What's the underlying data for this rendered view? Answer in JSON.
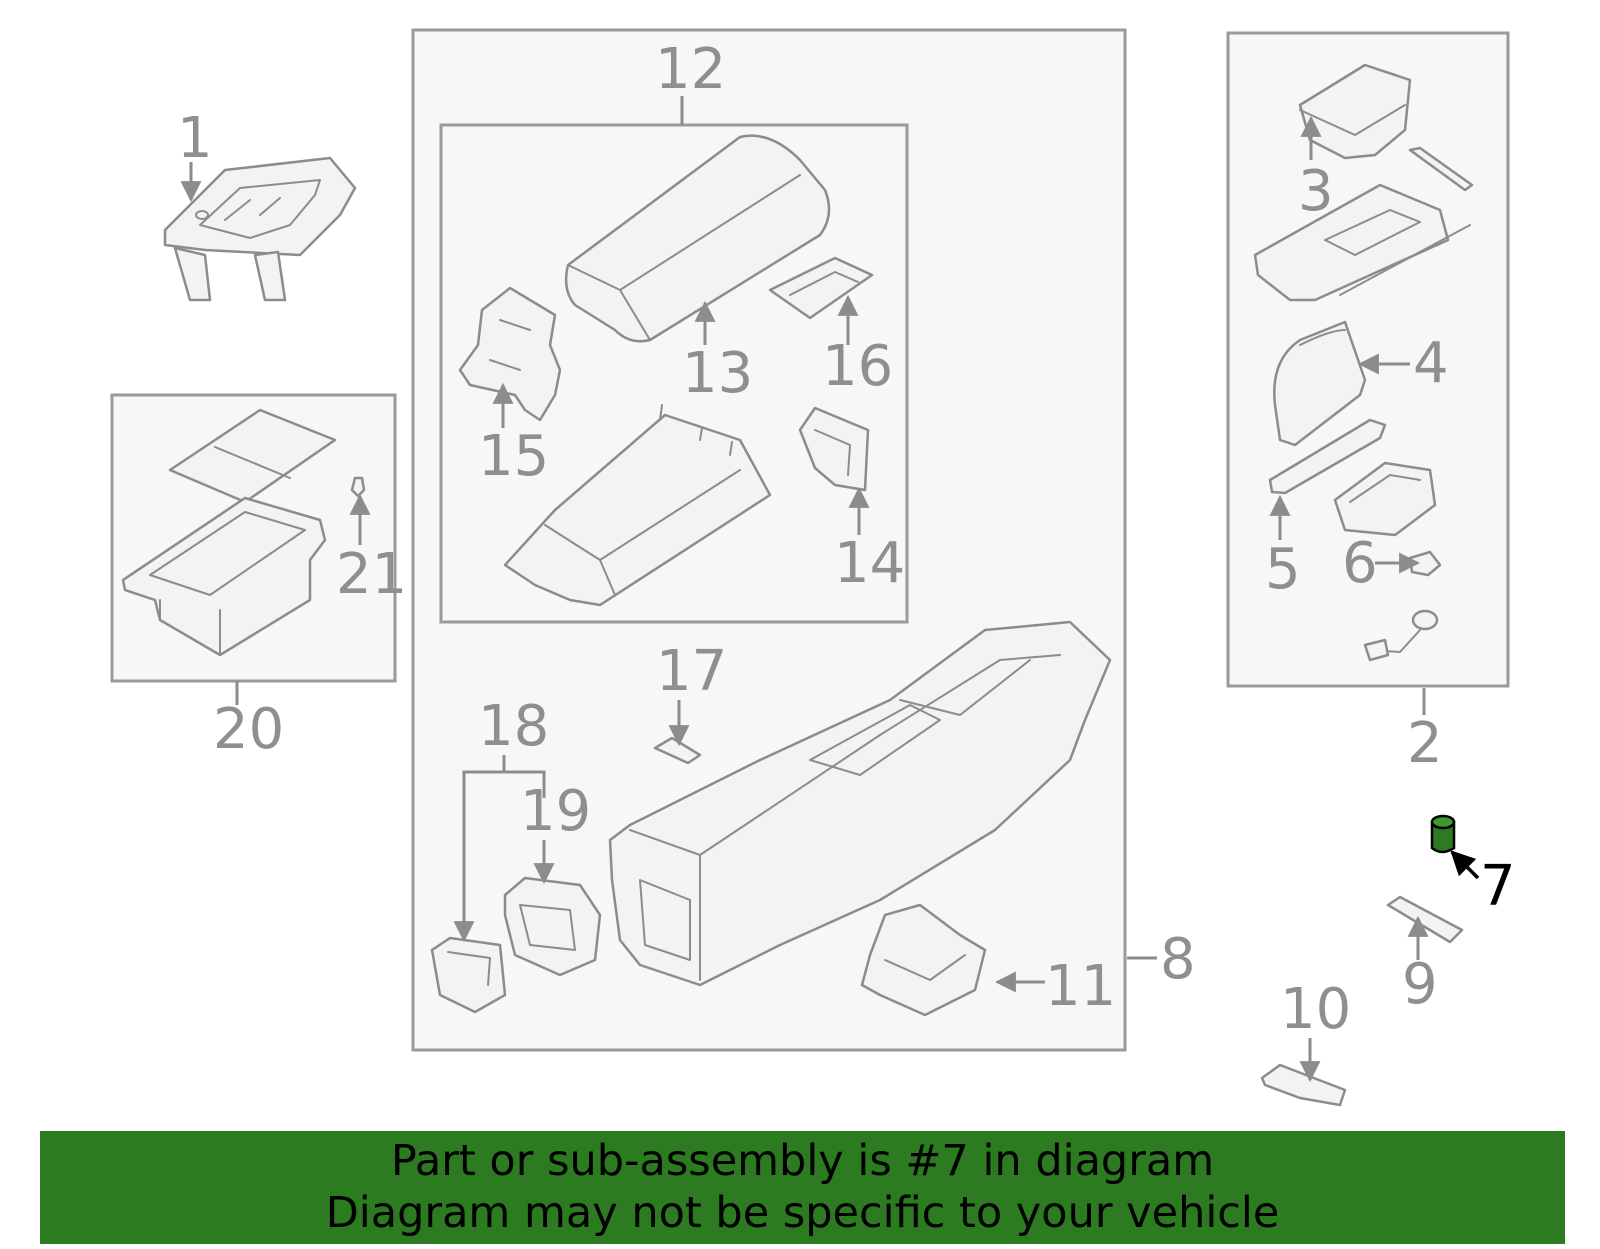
{
  "diagram": {
    "callouts": {
      "c1": "1",
      "c2": "2",
      "c3": "3",
      "c4": "4",
      "c5": "5",
      "c6": "6",
      "c7": "7",
      "c8": "8",
      "c9": "9",
      "c10": "10",
      "c11": "11",
      "c12": "12",
      "c13": "13",
      "c14": "14",
      "c15": "15",
      "c16": "16",
      "c17": "17",
      "c18": "18",
      "c19": "19",
      "c20": "20",
      "c21": "21"
    },
    "highlighted_part": "7",
    "highlight_color": "#2c7b20",
    "line_color": "#8c8c8c"
  },
  "banner": {
    "line1": "Part or sub-assembly is #7 in diagram",
    "line2": "Diagram may not be specific to your vehicle",
    "background_color": "#2c7b20"
  }
}
